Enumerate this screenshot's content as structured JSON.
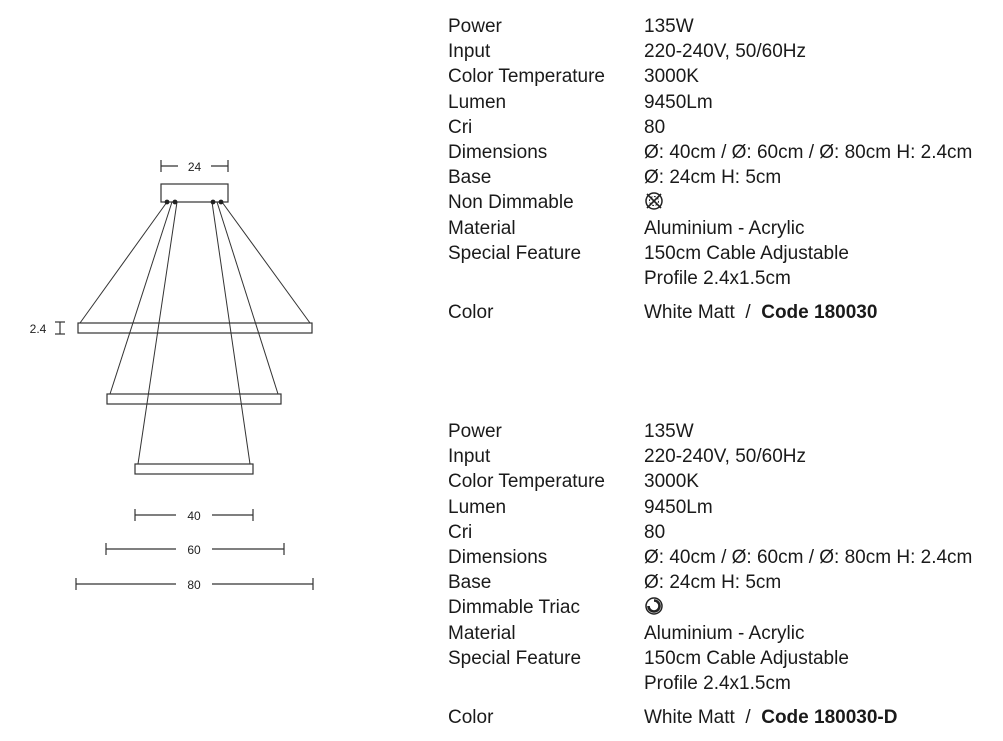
{
  "drawing": {
    "base_width": "24",
    "ring_height": "2.4",
    "ring_small": "40",
    "ring_medium": "60",
    "ring_large": "80"
  },
  "spec_sheets": [
    {
      "rows": [
        {
          "label": "Power",
          "value": "135W"
        },
        {
          "label": "Input",
          "value": "220-240V, 50/60Hz"
        },
        {
          "label": "Color Temperature",
          "value": "3000K"
        },
        {
          "label": "Lumen",
          "value": "9450Lm"
        },
        {
          "label": "Cri",
          "value": "80"
        },
        {
          "label": "Dimensions",
          "value": "Ø: 40cm / Ø: 60cm / Ø: 80cm  H: 2.4cm"
        },
        {
          "label": "Base",
          "value": "Ø: 24cm  H: 5cm"
        },
        {
          "label": "Non Dimmable",
          "value": "",
          "icon": "non-dimmable-icon"
        },
        {
          "label": "Material",
          "value": "Aluminium - Acrylic"
        },
        {
          "label": "Special Feature",
          "value": "150cm Cable Adjustable"
        },
        {
          "label": "",
          "value": "Profile  2.4x1.5cm"
        }
      ],
      "color_label": "Color",
      "color_value": "White Matt",
      "separator": "/",
      "code": "Code  180030"
    },
    {
      "rows": [
        {
          "label": "Power",
          "value": "135W"
        },
        {
          "label": "Input",
          "value": "220-240V, 50/60Hz"
        },
        {
          "label": "Color Temperature",
          "value": "3000K"
        },
        {
          "label": "Lumen",
          "value": "9450Lm"
        },
        {
          "label": "Cri",
          "value": "80"
        },
        {
          "label": "Dimensions",
          "value": "Ø: 40cm / Ø: 60cm / Ø: 80cm  H: 2.4cm"
        },
        {
          "label": "Base",
          "value": "Ø: 24cm  H: 5cm"
        },
        {
          "label": "Dimmable Triac",
          "value": "",
          "icon": "dimmable-triac-icon"
        },
        {
          "label": "Material",
          "value": "Aluminium - Acrylic"
        },
        {
          "label": "Special Feature",
          "value": "150cm Cable Adjustable"
        },
        {
          "label": "",
          "value": "Profile  2.4x1.5cm"
        }
      ],
      "color_label": "Color",
      "color_value": "White Matt",
      "separator": "/",
      "code": "Code  180030-D"
    }
  ]
}
